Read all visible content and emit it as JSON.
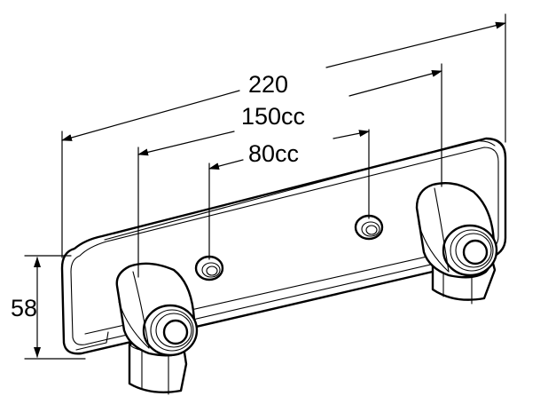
{
  "dimensions": {
    "overall_width": "220",
    "connection_150": "150cc",
    "connection_80": "80cc",
    "height": "58"
  },
  "colors": {
    "line": "#000000",
    "background": "#ffffff"
  }
}
